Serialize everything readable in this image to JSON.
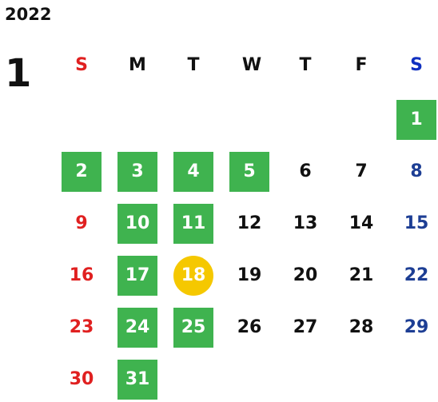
{
  "calendar": {
    "year": "2022",
    "month": "1",
    "weekdays": [
      "S",
      "M",
      "T",
      "W",
      "T",
      "F",
      "S"
    ],
    "colors": {
      "highlight_green": "#3fb34f",
      "today_yellow": "#f5c800",
      "sunday_red": "#e02020",
      "saturday_blue": "#1d3e94"
    },
    "days": [
      {
        "d": "1",
        "col": 6,
        "week": 0,
        "style": "green"
      },
      {
        "d": "2",
        "col": 0,
        "week": 1,
        "style": "green"
      },
      {
        "d": "3",
        "col": 1,
        "week": 1,
        "style": "green"
      },
      {
        "d": "4",
        "col": 2,
        "week": 1,
        "style": "green"
      },
      {
        "d": "5",
        "col": 3,
        "week": 1,
        "style": "green"
      },
      {
        "d": "6",
        "col": 4,
        "week": 1,
        "style": "plain"
      },
      {
        "d": "7",
        "col": 5,
        "week": 1,
        "style": "plain"
      },
      {
        "d": "8",
        "col": 6,
        "week": 1,
        "style": "plain"
      },
      {
        "d": "9",
        "col": 0,
        "week": 2,
        "style": "plain"
      },
      {
        "d": "10",
        "col": 1,
        "week": 2,
        "style": "green"
      },
      {
        "d": "11",
        "col": 2,
        "week": 2,
        "style": "green"
      },
      {
        "d": "12",
        "col": 3,
        "week": 2,
        "style": "plain"
      },
      {
        "d": "13",
        "col": 4,
        "week": 2,
        "style": "plain"
      },
      {
        "d": "14",
        "col": 5,
        "week": 2,
        "style": "plain"
      },
      {
        "d": "15",
        "col": 6,
        "week": 2,
        "style": "plain"
      },
      {
        "d": "16",
        "col": 0,
        "week": 3,
        "style": "plain"
      },
      {
        "d": "17",
        "col": 1,
        "week": 3,
        "style": "green"
      },
      {
        "d": "18",
        "col": 2,
        "week": 3,
        "style": "today"
      },
      {
        "d": "19",
        "col": 3,
        "week": 3,
        "style": "plain"
      },
      {
        "d": "20",
        "col": 4,
        "week": 3,
        "style": "plain"
      },
      {
        "d": "21",
        "col": 5,
        "week": 3,
        "style": "plain"
      },
      {
        "d": "22",
        "col": 6,
        "week": 3,
        "style": "plain"
      },
      {
        "d": "23",
        "col": 0,
        "week": 4,
        "style": "plain"
      },
      {
        "d": "24",
        "col": 1,
        "week": 4,
        "style": "green"
      },
      {
        "d": "25",
        "col": 2,
        "week": 4,
        "style": "green"
      },
      {
        "d": "26",
        "col": 3,
        "week": 4,
        "style": "plain"
      },
      {
        "d": "27",
        "col": 4,
        "week": 4,
        "style": "plain"
      },
      {
        "d": "28",
        "col": 5,
        "week": 4,
        "style": "plain"
      },
      {
        "d": "29",
        "col": 6,
        "week": 4,
        "style": "plain"
      },
      {
        "d": "30",
        "col": 0,
        "week": 5,
        "style": "plain"
      },
      {
        "d": "31",
        "col": 1,
        "week": 5,
        "style": "green"
      }
    ]
  }
}
